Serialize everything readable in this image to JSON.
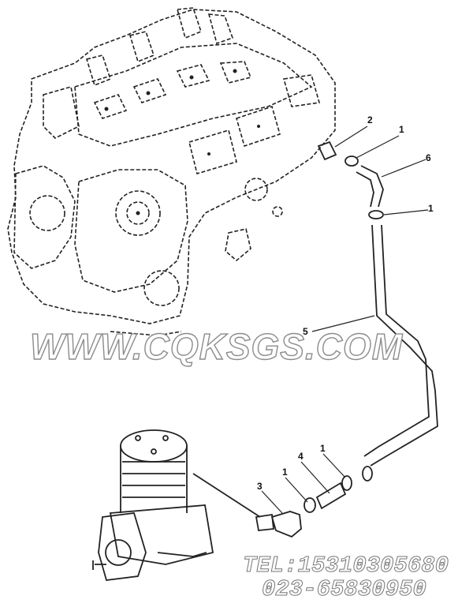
{
  "callouts": [
    {
      "id": "c2",
      "label": "2"
    },
    {
      "id": "c1a",
      "label": "1"
    },
    {
      "id": "c6",
      "label": "6"
    },
    {
      "id": "c1b",
      "label": "1"
    },
    {
      "id": "c5",
      "label": "5"
    },
    {
      "id": "c1c",
      "label": "1"
    },
    {
      "id": "c4",
      "label": "4"
    },
    {
      "id": "c1d",
      "label": "1"
    },
    {
      "id": "c3",
      "label": "3"
    }
  ],
  "watermark": "WWW.CQKSGS.COM",
  "contact": {
    "tel": "TEL:15310305680",
    "phone": "023-65830950"
  },
  "colors": {
    "line": "#222222",
    "watermark_outline": "#8c8c8c"
  }
}
